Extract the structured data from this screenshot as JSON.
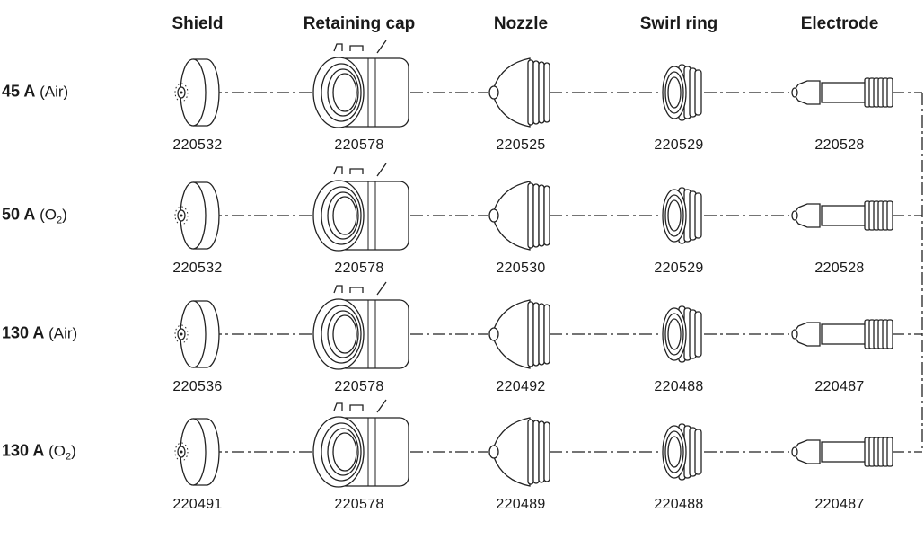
{
  "columns": [
    "Shield",
    "Retaining cap",
    "Nozzle",
    "Swirl ring",
    "Electrode"
  ],
  "rows": [
    {
      "current": "45 A",
      "gas": "Air",
      "gas_sub": "",
      "parts": [
        "220532",
        "220578",
        "220525",
        "220529",
        "220528"
      ]
    },
    {
      "current": "50 A",
      "gas": "O",
      "gas_sub": "2",
      "parts": [
        "220532",
        "220578",
        "220530",
        "220529",
        "220528"
      ]
    },
    {
      "current": "130 A",
      "gas": "Air",
      "gas_sub": "",
      "parts": [
        "220536",
        "220578",
        "220492",
        "220488",
        "220487"
      ]
    },
    {
      "current": "130 A",
      "gas": "O",
      "gas_sub": "2",
      "parts": [
        "220491",
        "220578",
        "220489",
        "220488",
        "220487"
      ]
    }
  ]
}
